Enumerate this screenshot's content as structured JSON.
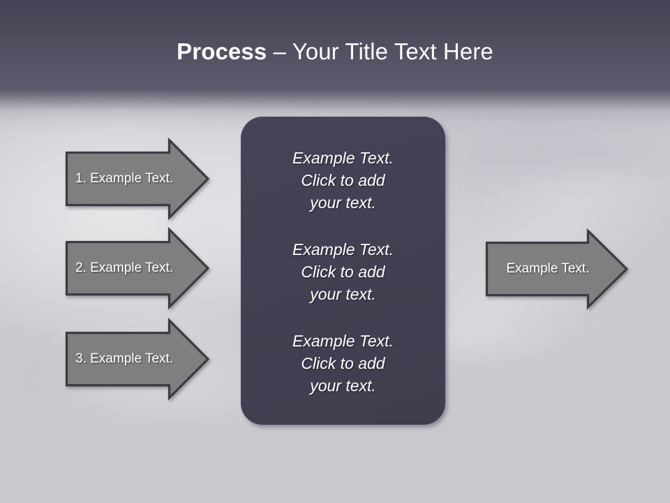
{
  "slide": {
    "title": {
      "bold_part": "Process",
      "rest_part": " – Your Title Text Here",
      "full": "Process – Your Title Text Here"
    },
    "colors": {
      "band_top": "#444254",
      "band_bottom": "#5b596b",
      "background": "#c9c9ce",
      "panel_fill": "#424052",
      "arrow_fill": "#7f7f7f",
      "arrow_outline": "#3a3a42",
      "text_light": "#ffffff"
    },
    "input_arrows": [
      {
        "label": "1. Example Text."
      },
      {
        "label": "2. Example Text."
      },
      {
        "label": "3. Example Text."
      }
    ],
    "process_panel": {
      "blocks": [
        {
          "text": "Example Text.\nClick  to add\nyour text."
        },
        {
          "text": "Example Text.\nClick  to add\nyour text."
        },
        {
          "text": "Example Text.\nClick  to add\nyour text."
        }
      ]
    },
    "output_arrow": {
      "label": "Example Text."
    }
  }
}
